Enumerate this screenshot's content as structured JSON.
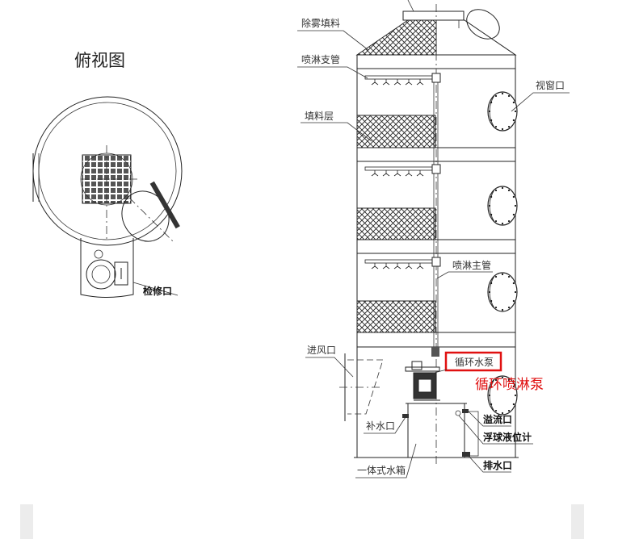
{
  "top_view": {
    "title": "俯视图",
    "manhole_label": "检修口"
  },
  "tower_labels": {
    "demister": "除雾填料",
    "spray_branch": "喷淋支管",
    "sight_window": "视窗口",
    "packing_layer": "填料层",
    "spray_main": "喷淋主管",
    "air_inlet": "进风口",
    "circ_pump": "循环水泵",
    "circ_spray_pump": "循环喷淋泵",
    "makeup_water": "补水口",
    "overflow": "溢流口",
    "float_gauge": "浮球液位计",
    "tank": "一体式水箱",
    "drain": "排水口"
  },
  "colors": {
    "highlight": "#e01010",
    "line": "#222222"
  }
}
